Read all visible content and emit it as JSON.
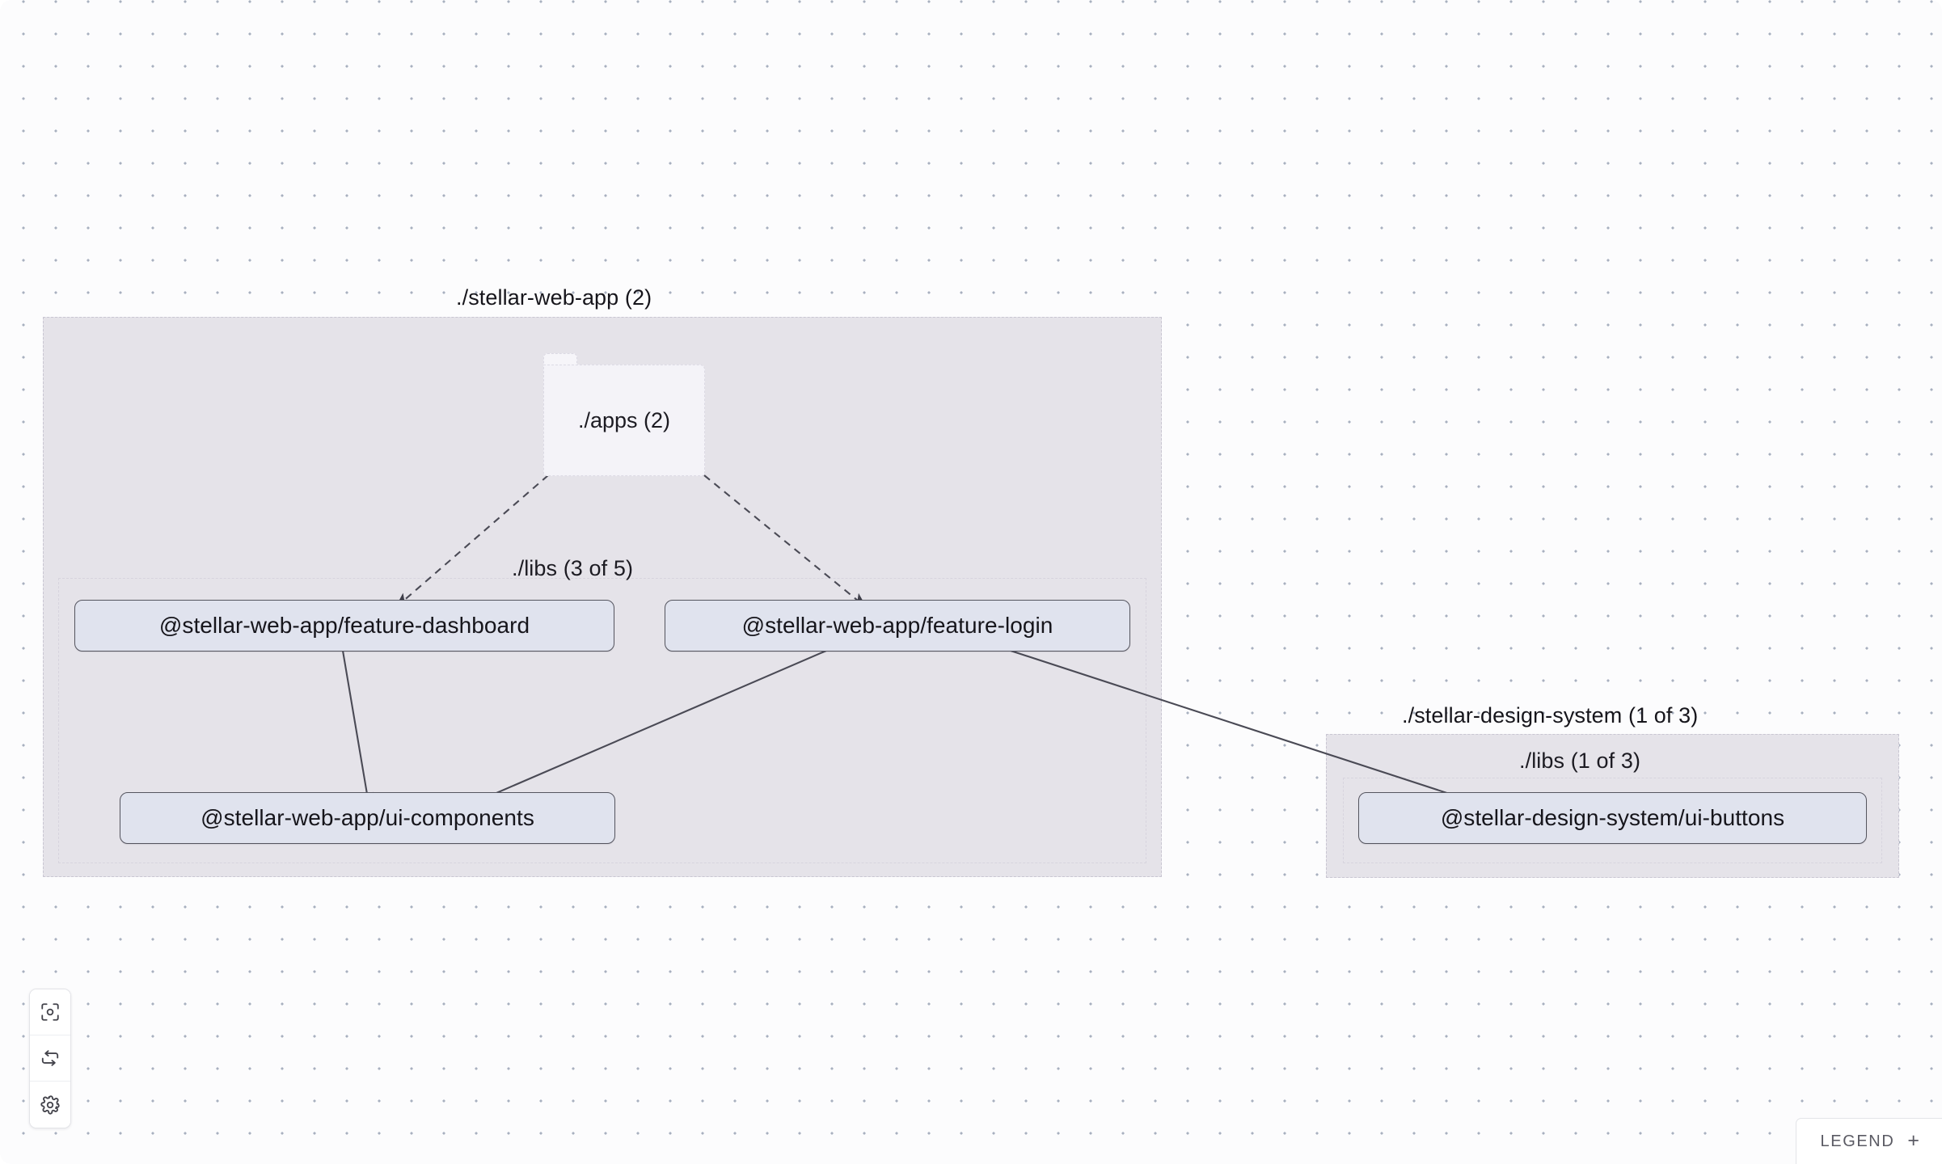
{
  "canvas": {
    "background_color": "#fcfcfd",
    "dot_color": "#a8b0bf"
  },
  "graph": {
    "groups": [
      {
        "id": "stellar-web-app",
        "label": "./stellar-web-app (2)",
        "fill": "#e5e3e9",
        "border_color": "#c9c6d2",
        "inner": {
          "id": "stellar-web-app-libs",
          "label": "./libs (3 of 5)",
          "fill": "#e5e3e9",
          "border_color": "#d7d4de"
        }
      },
      {
        "id": "stellar-design-system",
        "label": "./stellar-design-system (1 of 3)",
        "fill": "#e5e3e9",
        "border_color": "#c9c6d2",
        "inner": {
          "id": "stellar-design-system-libs",
          "label": "./libs (1 of 3)",
          "fill": "#e5e3e9",
          "border_color": "#d7d4de"
        }
      }
    ],
    "folders": [
      {
        "id": "apps-folder",
        "label": "./apps (2)",
        "fill": "#f4f3f8",
        "border_color": "#dcdae4"
      }
    ],
    "nodes": [
      {
        "id": "feature-dashboard",
        "label": "@stellar-web-app/feature-dashboard",
        "fill": "#e0e3ee",
        "border_color": "#55555f"
      },
      {
        "id": "feature-login",
        "label": "@stellar-web-app/feature-login",
        "fill": "#e0e3ee",
        "border_color": "#55555f"
      },
      {
        "id": "ui-components",
        "label": "@stellar-web-app/ui-components",
        "fill": "#e0e3ee",
        "border_color": "#55555f"
      },
      {
        "id": "ui-buttons",
        "label": "@stellar-design-system/ui-buttons",
        "fill": "#e0e3ee",
        "border_color": "#55555f"
      }
    ],
    "edges": [
      {
        "from": "apps-folder",
        "to": "feature-dashboard",
        "style": "dashed"
      },
      {
        "from": "apps-folder",
        "to": "feature-login",
        "style": "dashed"
      },
      {
        "from": "feature-dashboard",
        "to": "ui-components",
        "style": "solid"
      },
      {
        "from": "feature-login",
        "to": "ui-components",
        "style": "solid"
      },
      {
        "from": "feature-login",
        "to": "ui-buttons",
        "style": "solid"
      }
    ],
    "edge_color": "#4a4a55"
  },
  "toolbar": {
    "buttons": [
      {
        "id": "focus",
        "icon": "focus-target-icon",
        "title": "Focus graph"
      },
      {
        "id": "refresh",
        "icon": "refresh-cycle-icon",
        "title": "Refresh graph"
      },
      {
        "id": "settings",
        "icon": "gear-icon",
        "title": "Settings"
      }
    ]
  },
  "legend": {
    "label": "LEGEND",
    "expand_glyph": "+"
  }
}
